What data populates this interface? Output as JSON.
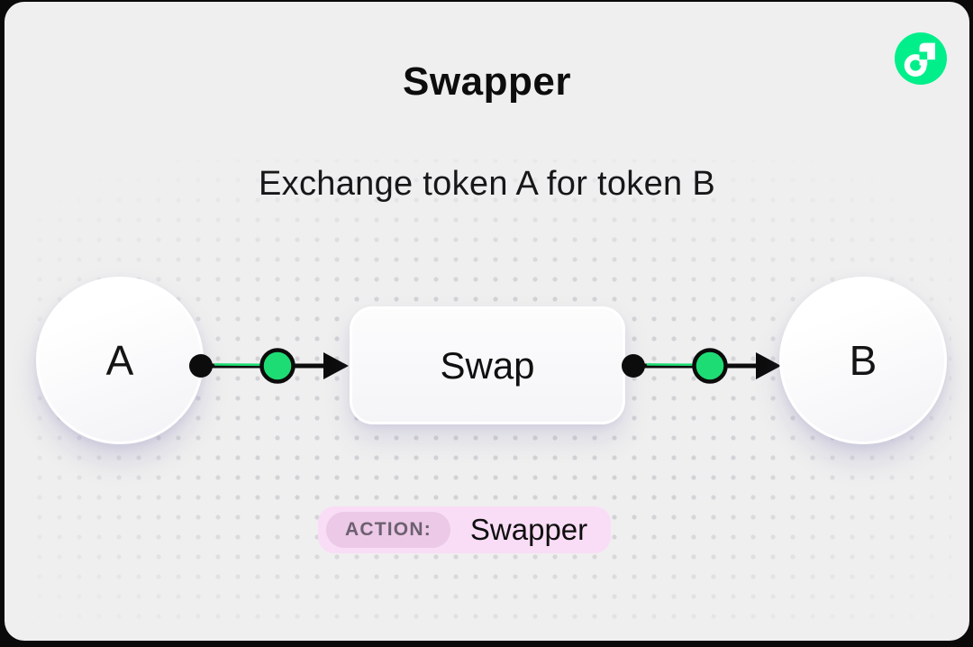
{
  "header": {
    "title": "Swapper",
    "subtitle": "Exchange token A for token B"
  },
  "logo": {
    "name": "Flow"
  },
  "diagram": {
    "nodes": {
      "input": "A",
      "process": "Swap",
      "output": "B"
    }
  },
  "badge": {
    "label": "ACTION:",
    "value": "Swapper"
  },
  "colors": {
    "frame": "#0a0a0a",
    "panel_bg": "#efefef",
    "flow_green": "#00ef8b",
    "accent_green": "#1edc74",
    "badge_bg": "#f9ddf6",
    "badge_label_bg": "#ebc9e7",
    "badge_label_text": "#6d6070"
  }
}
